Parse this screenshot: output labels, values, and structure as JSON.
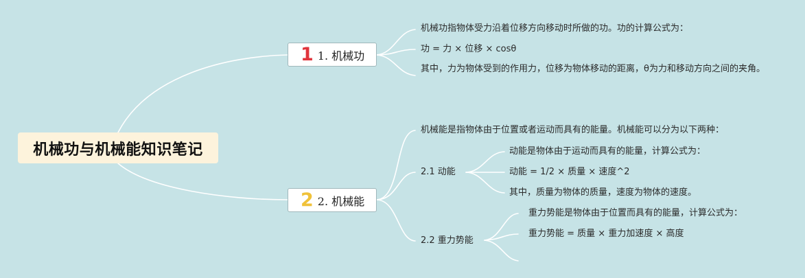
{
  "root": {
    "title": "机械功与机械能知识笔记"
  },
  "branches": [
    {
      "number": "1",
      "label": "1. 机械功",
      "leaves": [
        "机械功指物体受力沿着位移方向移动时所做的功。功的计算公式为：",
        "功 = 力 × 位移 × cosθ",
        "其中，力为物体受到的作用力，位移为物体移动的距离，θ为力和移动方向之间的夹角。"
      ]
    },
    {
      "number": "2",
      "label": "2. 机械能",
      "intro": "机械能是指物体由于位置或者运动而具有的能量。机械能可以分为以下两种：",
      "subs": [
        {
          "label": "2.1 动能",
          "leaves": [
            "动能是物体由于运动而具有的能量，计算公式为：",
            "动能 = 1/2 × 质量 × 速度^2",
            "其中，质量为物体的质量，速度为物体的速度。"
          ]
        },
        {
          "label": "2.2 重力势能",
          "leaves": [
            "重力势能是物体由于位置而具有的能量，计算公式为：",
            "重力势能 = 质量 × 重力加速度 × 高度",
            ""
          ]
        }
      ]
    }
  ],
  "colors": {
    "background": "#c6e3e6",
    "connector": "#ffffff",
    "root_fill": "#fdf3dc",
    "number_1": "#e0343c",
    "number_2": "#f0c23a"
  }
}
